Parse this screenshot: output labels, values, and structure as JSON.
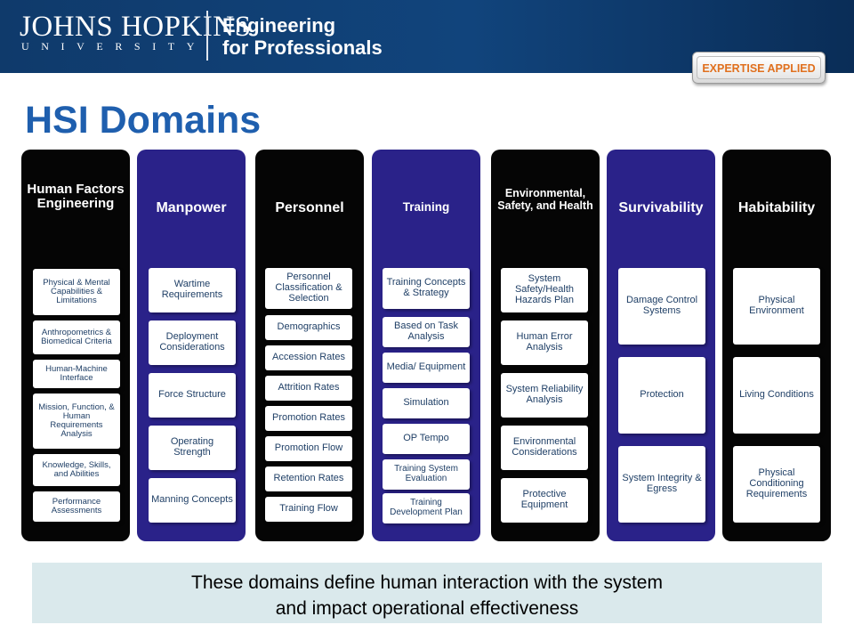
{
  "header": {
    "logo_name": "JOHNS HOPKINS",
    "logo_university": "UNIVERSITY",
    "program_line1": "Engineering",
    "program_line2": "for Professionals",
    "badge": "EXPERTISE APPLIED"
  },
  "title": "HSI Domains",
  "colors": {
    "header": "#0f3a6b",
    "title": "#1f5fae",
    "black_col": "#050505",
    "purple_col": "#2a2289",
    "footer_bg": "#dae9ec",
    "badge_text": "#e0701e"
  },
  "domains": [
    {
      "name": "Human Factors Engineering",
      "items": [
        "Physical & Mental Capabilities & Limitations",
        "Anthropometrics & Biomedical Criteria",
        "Human-Machine Interface",
        "Mission, Function, & Human Requirements Analysis",
        "Knowledge, Skills, and Abilities",
        "Performance Assessments"
      ]
    },
    {
      "name": "Manpower",
      "items": [
        "Wartime Requirements",
        "Deployment Considerations",
        "Force Structure",
        "Operating Strength",
        "Manning Concepts"
      ]
    },
    {
      "name": "Personnel",
      "items": [
        "Personnel Classification & Selection",
        "Demographics",
        "Accession Rates",
        "Attrition Rates",
        "Promotion Rates",
        "Promotion Flow",
        "Retention Rates",
        "Training Flow"
      ]
    },
    {
      "name": "Training",
      "items": [
        "Training Concepts & Strategy",
        "Based on Task Analysis",
        "Media/ Equipment",
        "Simulation",
        "OP Tempo",
        "Training System Evaluation",
        "Training Development Plan"
      ]
    },
    {
      "name": "Environmental, Safety, and Health",
      "items": [
        "System Safety/Health Hazards Plan",
        "Human Error Analysis",
        "System Reliability Analysis",
        "Environmental Considerations",
        "Protective Equipment"
      ]
    },
    {
      "name": "Survivability",
      "items": [
        "Damage Control Systems",
        "Protection",
        "System Integrity & Egress"
      ]
    },
    {
      "name": "Habitability",
      "items": [
        "Physical Environment",
        "Living Conditions",
        "Physical Conditioning Requirements"
      ]
    }
  ],
  "footer": {
    "line1": "These domains define human interaction with the system",
    "line2": "and impact operational effectiveness"
  }
}
